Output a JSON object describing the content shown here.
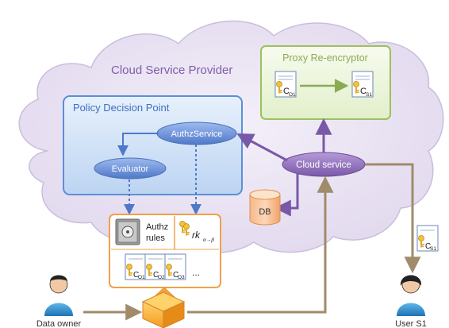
{
  "cloud": {
    "title": "Cloud Service Provider"
  },
  "proxy": {
    "title": "Proxy Re-encryptor",
    "doc_from_sub": "O1",
    "doc_to_sub": "S1"
  },
  "pdp": {
    "title": "Policy Decision Point",
    "authz_service": "AuthzService",
    "evaluator": "Evaluator"
  },
  "cloud_service": {
    "label": "Cloud service"
  },
  "db": {
    "label": "DB"
  },
  "storage": {
    "authz_rules_line1": "Authz",
    "authz_rules_line2": "rules",
    "rk_main": "rk",
    "rk_sub": "α→β",
    "ciphertexts": [
      "O1",
      "O2",
      "O3"
    ],
    "ellipsis": "..."
  },
  "user_doc": {
    "sub": "S1"
  },
  "actors": {
    "data_owner": "Data owner",
    "user": "User S1"
  },
  "colors": {
    "cloud_fill": "#e9e2f2",
    "pdp_border": "#5b8fd6",
    "proxy_border": "#9cc15f",
    "node_fill": "#6a8fd6",
    "cloud_service_fill": "#8a6cb5",
    "arrow_brown": "#a08b6a",
    "storage_border": "#f0a04a"
  }
}
